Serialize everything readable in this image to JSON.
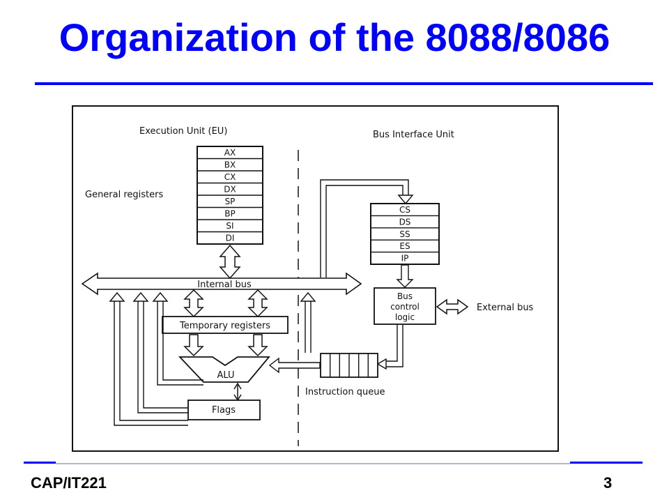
{
  "slide": {
    "title": "Organization of the 8088/8086",
    "footer_left": "CAP/IT221",
    "page_number": "3"
  },
  "colors": {
    "accent": "#0000ff",
    "ink": "#111111"
  },
  "diagram": {
    "eu_label": "Execution Unit (EU)",
    "biu_label": "Bus Interface Unit",
    "general_registers_label": "General registers",
    "general_registers": [
      "AX",
      "BX",
      "CX",
      "DX",
      "SP",
      "BP",
      "SI",
      "DI"
    ],
    "segment_registers": [
      "CS",
      "DS",
      "SS",
      "ES",
      "IP"
    ],
    "internal_bus_label": "Internal bus",
    "temporary_registers_label": "Temporary registers",
    "alu_label": "ALU",
    "flags_label": "Flags",
    "bus_control_label": [
      "Bus",
      "control",
      "logic"
    ],
    "external_bus_label": "External bus",
    "instruction_queue_label": "Instruction queue"
  }
}
